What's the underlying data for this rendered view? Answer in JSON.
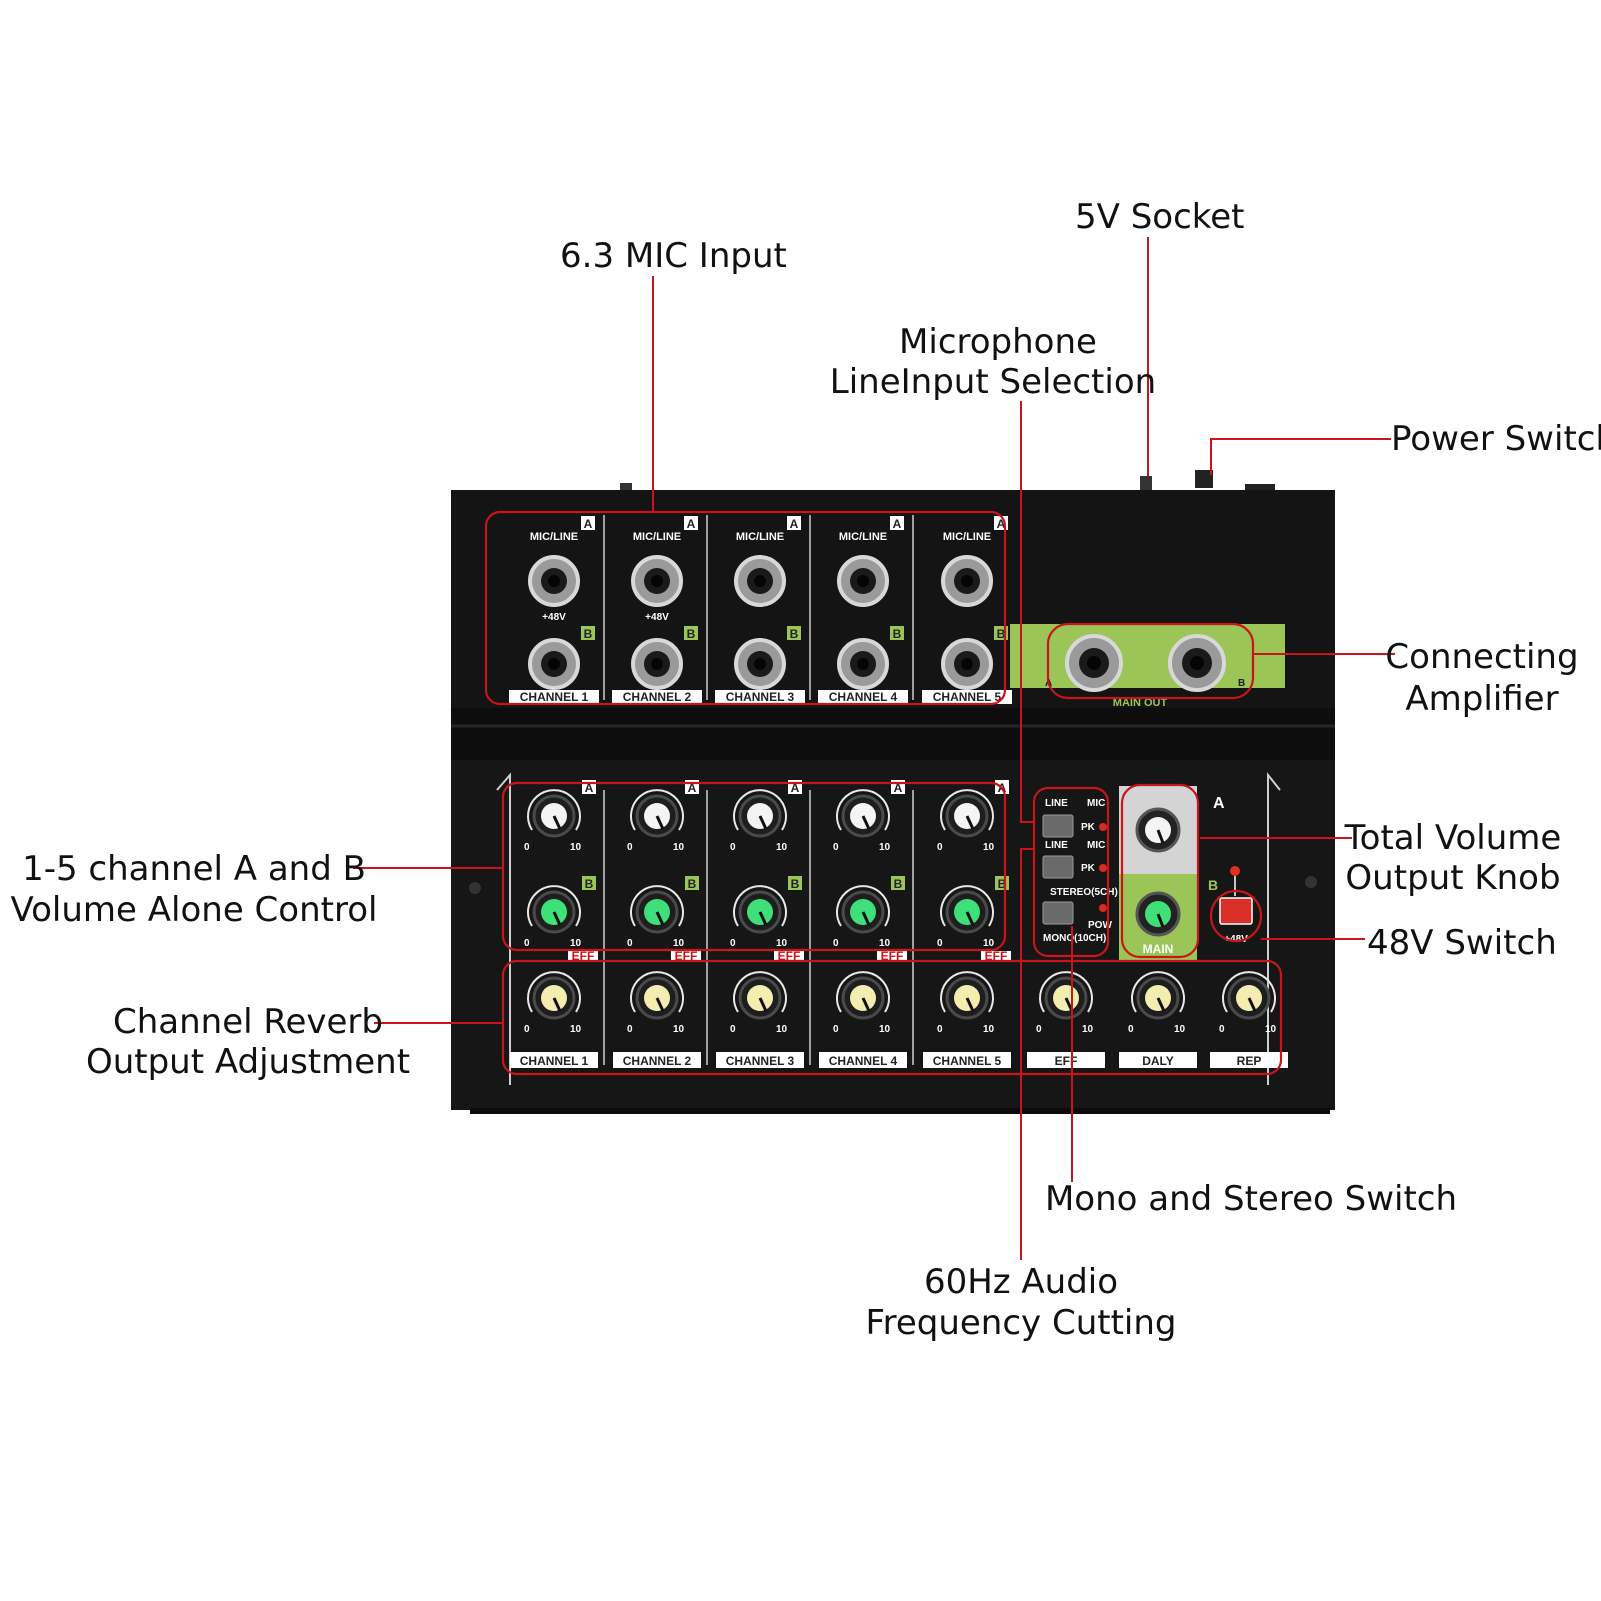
{
  "callouts": {
    "mic_input": "6.3 MIC Input",
    "socket_5v": "5V Socket",
    "mic_line_sel_1": "Microphone",
    "mic_line_sel_2": "LineInput Selection",
    "power_switch": "Power Switch",
    "amp_1": "Connecting",
    "amp_2": "Amplifier",
    "total_vol_1": "Total Volume",
    "total_vol_2": "Output Knob",
    "switch_48v": "48V Switch",
    "ch_ab_1": "1-5 channel A and B",
    "ch_ab_2": "Volume Alone Control",
    "reverb_1": "Channel Reverb",
    "reverb_2": "Output Adjustment",
    "mono_stereo": "Mono and Stereo Switch",
    "hz60_1": "60Hz Audio",
    "hz60_2": "Frequency Cutting"
  },
  "mixer": {
    "mic_line": "MIC/LINE",
    "plus48": "+48V",
    "tag_a": "A",
    "tag_b": "B",
    "channels": [
      "CHANNEL 1",
      "CHANNEL 2",
      "CHANNEL 3",
      "CHANNEL 4",
      "CHANNEL 5"
    ],
    "main_out": "MAIN OUT",
    "eff": "EFF",
    "bottom_labels": [
      "CHANNEL 1",
      "CHANNEL 2",
      "CHANNEL 3",
      "CHANNEL 4",
      "CHANNEL 5",
      "EFF",
      "DALY",
      "REP"
    ],
    "line": "LINE",
    "mic": "MIC",
    "pk": "PK",
    "stereo": "STEREO(5CH)",
    "pow": "POW",
    "mono": "MONO(10CH)",
    "main": "MAIN",
    "btn48": "+48V",
    "scale_min": "0",
    "scale_max": "10"
  },
  "colors": {
    "accent_red": "#c8141a",
    "panel": "#141414",
    "green_strip": "#9bc556",
    "knob_green": "#3fe07a",
    "knob_cream": "#f3eeb0"
  }
}
